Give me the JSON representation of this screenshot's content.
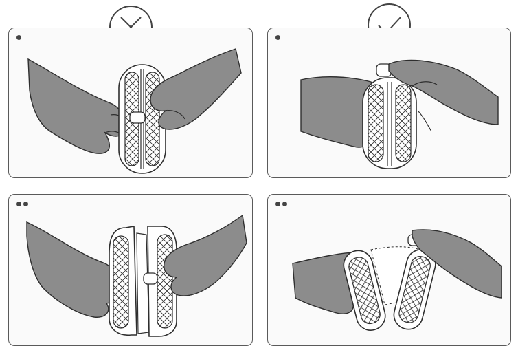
{
  "colors": {
    "hand_fill": "#8c8c8c",
    "outline": "#2e2e2e",
    "panel_border": "#5a5a5a",
    "device_fill": "#ffffff"
  },
  "markers": [
    {
      "id": "wrong",
      "icon": "cross-in-circle-icon"
    },
    {
      "id": "right",
      "icon": "check-in-circle-icon"
    }
  ],
  "panels": [
    {
      "id": "p1",
      "column": "wrong",
      "step": 1
    },
    {
      "id": "p2",
      "column": "right",
      "step": 1
    },
    {
      "id": "p3",
      "column": "wrong",
      "step": 2
    },
    {
      "id": "p4",
      "column": "right",
      "step": 2
    }
  ]
}
